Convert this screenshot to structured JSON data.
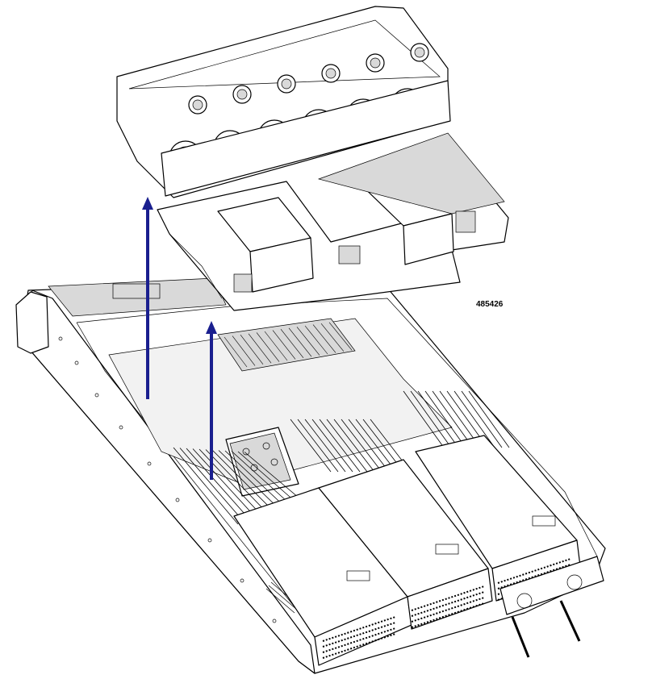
{
  "figure": {
    "part_number": "485426",
    "colors": {
      "line": "#000000",
      "arrow": "#1a1f8f",
      "background": "#ffffff"
    },
    "components": [
      "fan-tray",
      "air-duct",
      "server-chassis"
    ],
    "arrows": [
      {
        "name": "lift-fan-tray-arrow",
        "direction": "up"
      },
      {
        "name": "lift-air-duct-arrow",
        "direction": "up"
      }
    ]
  }
}
